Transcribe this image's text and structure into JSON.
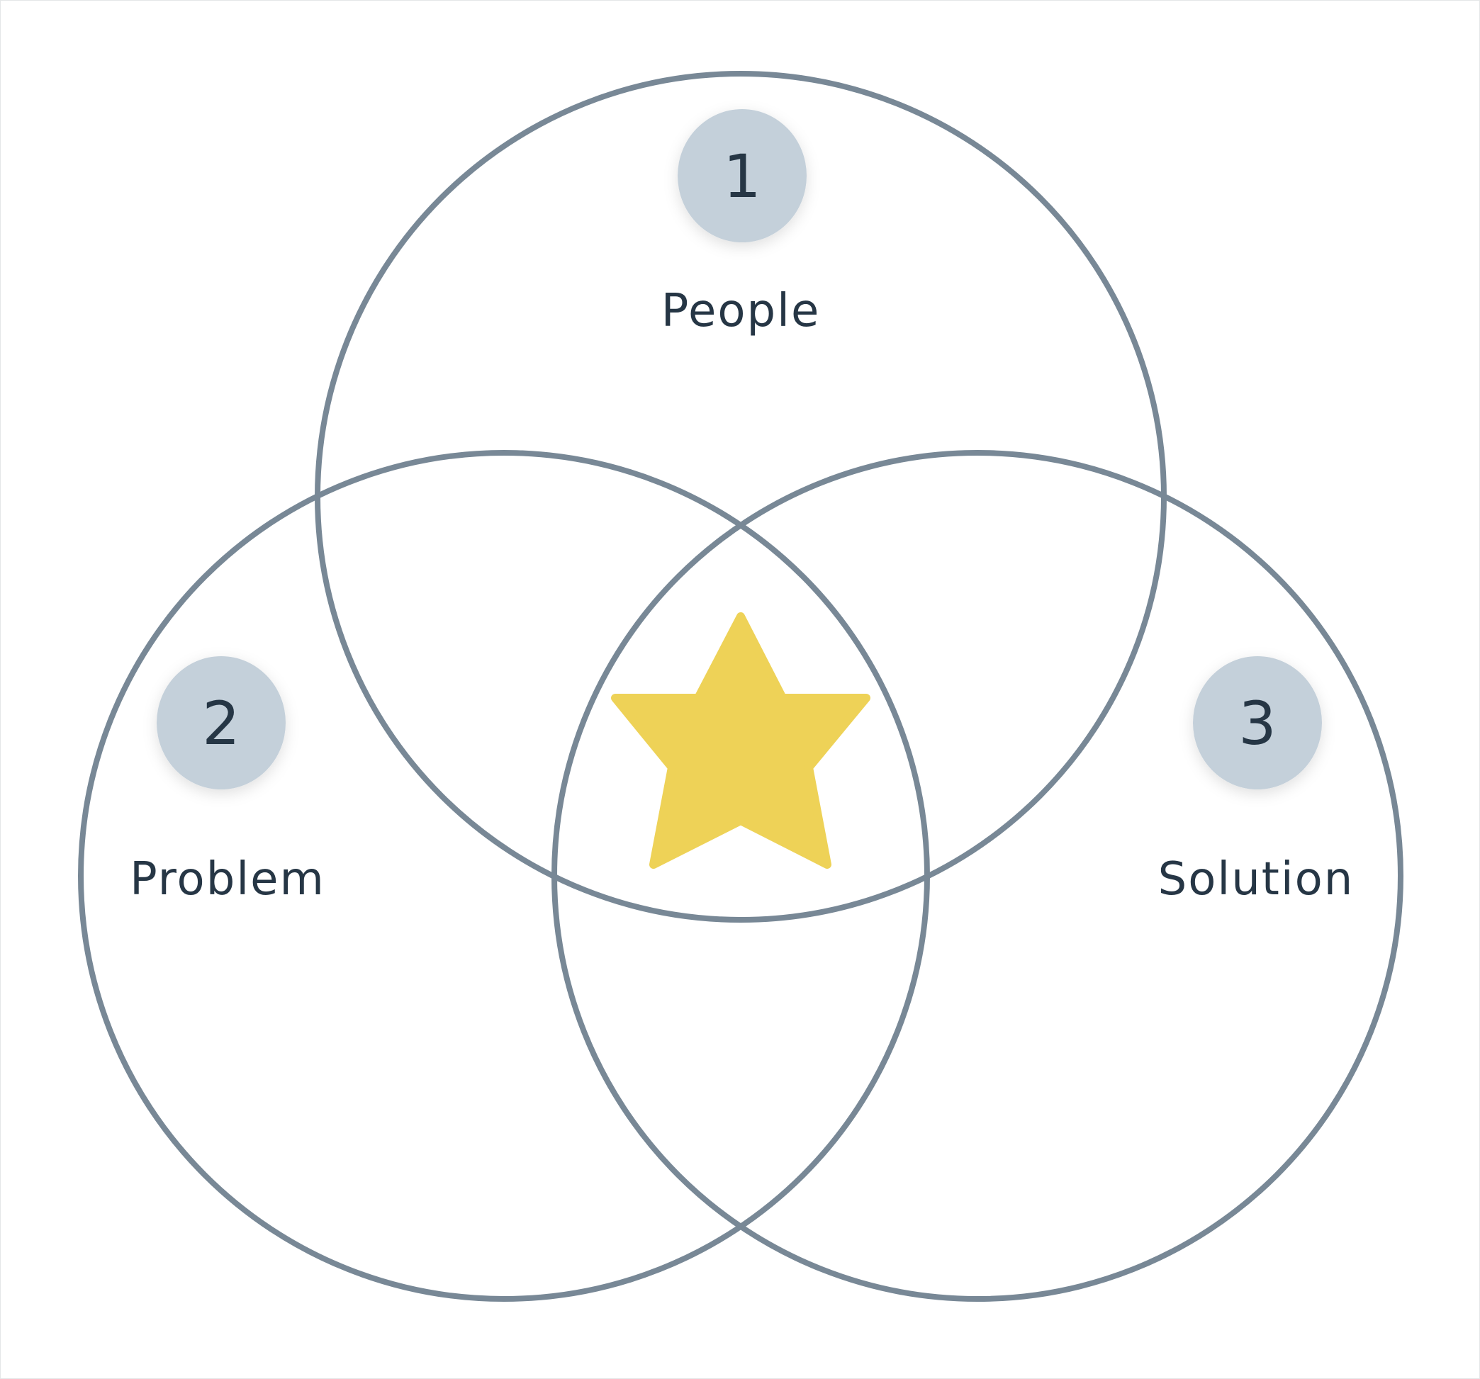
{
  "diagram": {
    "type": "venn",
    "sets": [
      {
        "number": "1",
        "label": "People"
      },
      {
        "number": "2",
        "label": "Problem"
      },
      {
        "number": "3",
        "label": "Solution"
      }
    ],
    "center_icon": "star-icon",
    "colors": {
      "outline": "#788896",
      "badge": "#c4d0da",
      "text": "#263645",
      "star": "#eed257"
    }
  }
}
